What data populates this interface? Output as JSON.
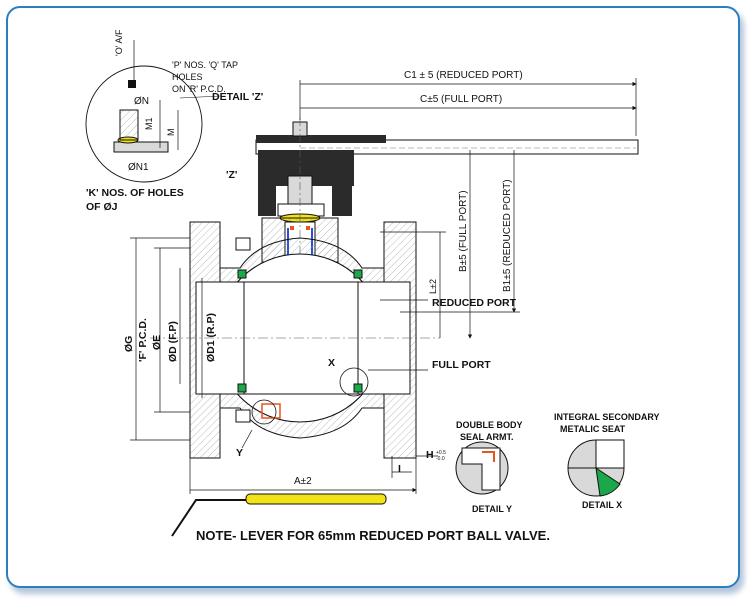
{
  "labels": {
    "oaf": "'O' A/F",
    "p_nos": "'P' NOS. 'Q' TAP",
    "holes": "HOLES",
    "on_r": "ON 'R' P.C.D.",
    "detail_z": "DETAIL 'Z'",
    "dia_n": "ØN",
    "m1": "M1",
    "m": "M",
    "dia_n1": "ØN1",
    "k_nos": "'K' NOS. OF HOLES",
    "of_j": "OF ØJ",
    "z": "'Z'",
    "c1": "C1 ± 5 (REDUCED PORT)",
    "c": "C±5 (FULL PORT)",
    "b": "B±5 (FULL PORT)",
    "b1": "B1±5 (REDUCED PORT)",
    "l": "L±2",
    "reduced_port": "REDUCED PORT",
    "full_port": "FULL PORT",
    "dia_g": "ØG",
    "f_pcd": "'F' P.C.D.",
    "dia_e": "ØE",
    "dia_d": "ØD (F.P)",
    "dia_d1": "ØD1 (R.P)",
    "x": "X",
    "y": "Y",
    "a": "A±2",
    "h": "H",
    "h_tol_top": "+0.5",
    "h_tol_bottom": "-0.0",
    "i": "I",
    "double_body_1": "DOUBLE BODY",
    "double_body_2": "SEAL ARMT.",
    "detail_y": "DETAIL Y",
    "integral_1": "INTEGRAL SECONDARY",
    "integral_2": "METALIC SEAT",
    "detail_x": "DETAIL X",
    "note": "NOTE- LEVER FOR 65mm REDUCED PORT BALL VALVE."
  },
  "colors": {
    "frame": "#2c7fbf",
    "body_fill": "#cfd3d6",
    "ball_fill": "#ffffff",
    "seal_green": "#1aa84a",
    "bolt_yellow": "#f2e318",
    "stem_blue": "#2a4fd6",
    "seal_orange": "#e8561b",
    "handle_dark": "#2b2b2b"
  }
}
